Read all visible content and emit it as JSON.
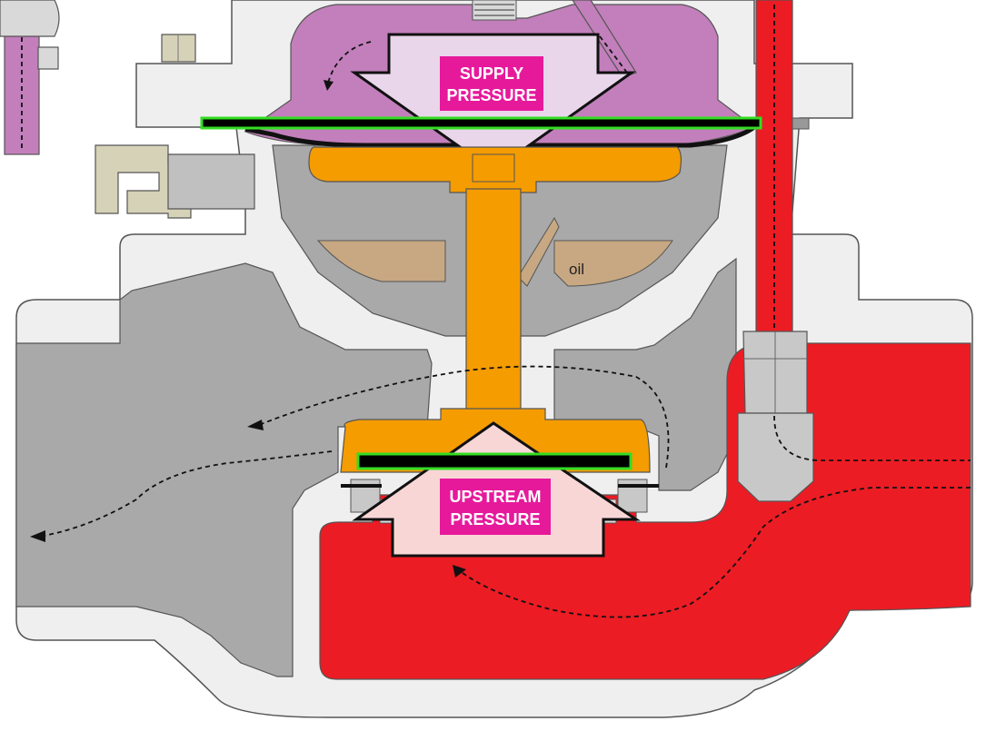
{
  "labels": {
    "supply_line1": "SUPPLY",
    "supply_line2": "PRESSURE",
    "upstream_line1": "UPSTREAM",
    "upstream_line2": "PRESSURE",
    "oil": "oil"
  },
  "colors": {
    "body": "#efefef",
    "outline": "#555555",
    "downstream_chamber": "#a9a9a9",
    "upstream_chamber": "#ec1c24",
    "diaphragm": "#c27fbb",
    "piston_stem": "#f59c00",
    "oil": "#c8a882",
    "label_bg": "#e6199b",
    "highlight_outline": "#33dd22",
    "arrow_fill_supply": "#ead6ea",
    "arrow_fill_upstream": "#f9d6d6"
  }
}
